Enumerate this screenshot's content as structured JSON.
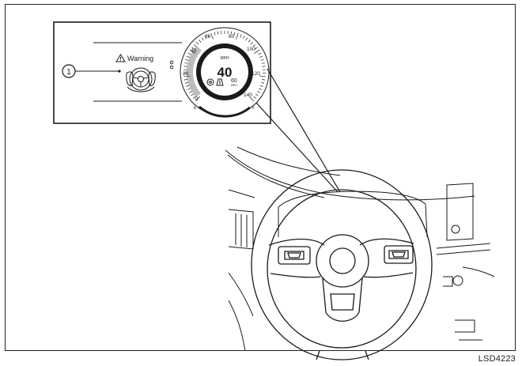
{
  "callout": {
    "number": "1"
  },
  "warning": {
    "label": "Warning"
  },
  "gauge": {
    "unit": "MPH",
    "speed": "40",
    "set_speed": "60",
    "set_unit": "MPH",
    "ticks": [
      "0",
      "20",
      "40",
      "60",
      "80",
      "100",
      "120",
      "140"
    ]
  },
  "figure": {
    "code": "LSD4223"
  },
  "colors": {
    "line": "#1a1a1a",
    "shade": "#bdbdbd"
  }
}
